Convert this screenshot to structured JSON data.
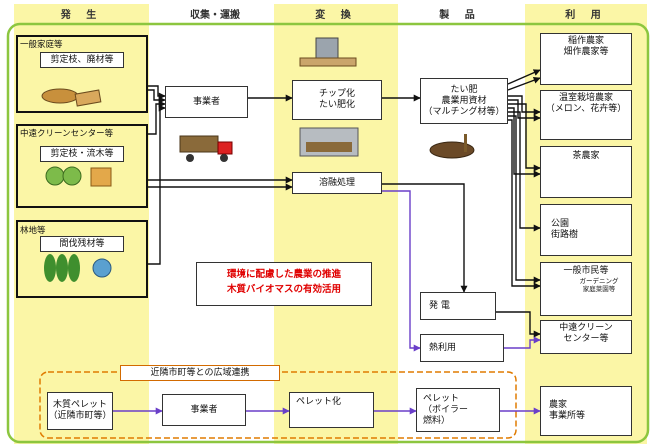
{
  "headers": [
    "発 生",
    "収集・運搬",
    "変 換",
    "製 品",
    "利 用"
  ],
  "generation": {
    "household_title": "一般家庭等",
    "household_item": "剪定枝、廃材等",
    "center_title": "中遠クリーンセンター等",
    "center_item": "剪定枝・流木等",
    "forest_title": "林地等",
    "forest_item": "間伐残材等"
  },
  "collection": {
    "operator": "事業者"
  },
  "conversion": {
    "chip_line1": "チップ化",
    "chip_line2": "たい肥化",
    "melt": "溶融処理"
  },
  "products": {
    "compost_line1": "たい肥",
    "compost_line2": "農業用資材",
    "compost_line3": "（マルチング材等）",
    "power": "発 電",
    "heat": "熱利用"
  },
  "uses": [
    {
      "line1": "稲作農家",
      "line2": "畑作農家等"
    },
    {
      "line1": "温室栽培農家",
      "line2": "（メロン、花卉等）"
    },
    {
      "line1": "茶農家",
      "line2": ""
    },
    {
      "line1": "公園",
      "line2": "街路樹"
    },
    {
      "line1": "一般市民等",
      "line2": "ガーデニング",
      "line3": "家庭菜園等"
    },
    {
      "line1": "中遠クリーン",
      "line2": "センター等"
    },
    {
      "line1": "農家",
      "line2": "事業所等"
    }
  ],
  "message": {
    "line1": "環境に配慮した農業の推進",
    "line2": "木質バイオマスの有効活用"
  },
  "regional": {
    "title": "近隣市町等との広域連携",
    "pellet_source_line1": "木質ペレット",
    "pellet_source_line2": "（近隣市町等）",
    "operator": "事業者",
    "pelletize": "ペレット化",
    "pellet_line1": "ペレット",
    "pellet_line2": "（ボイラー",
    "pellet_line3": "燃料）"
  },
  "colors": {
    "column_band": "#fbf6a6",
    "frame_green": "#8cc63f",
    "arrow_black": "#111111",
    "arrow_purple": "#6a3fc9",
    "arrow_orange": "#e07b00",
    "message_red": "#e00000"
  }
}
